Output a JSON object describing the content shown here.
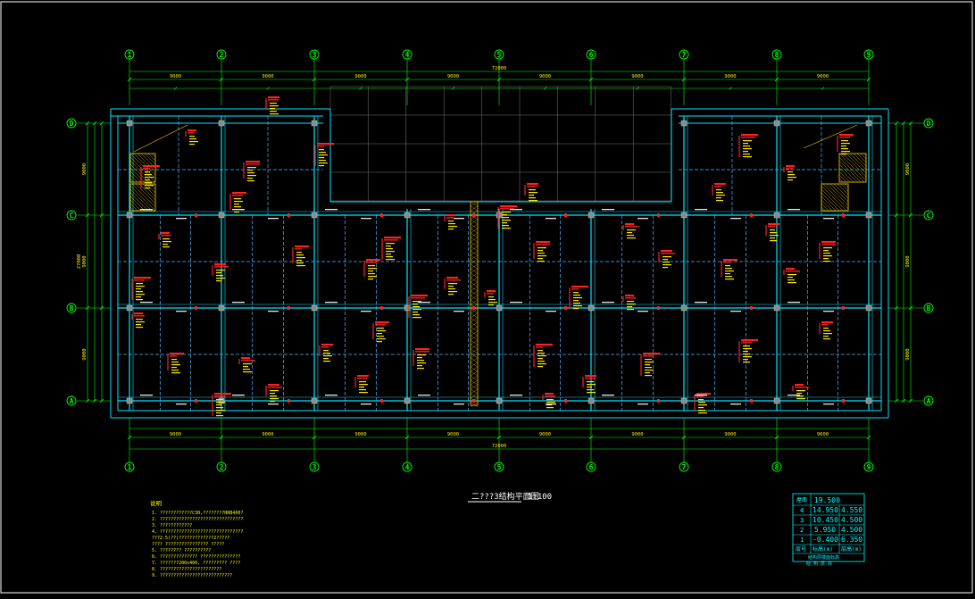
{
  "drawing": {
    "title": "二???3结构平面图",
    "scale": "1:100",
    "colors": {
      "background": "#000000",
      "frame": "#ffffff",
      "axis": "#00ff00",
      "dimension": "#00ff00",
      "beam": "#00e5ff",
      "beam_dash": "#4fb6ff",
      "annotation": "#ffe600",
      "red_label": "#ff2020",
      "hatch": "#ffd200",
      "shaft": "#c8a000",
      "grid_gray": "#777777",
      "table": "#00ffff",
      "notes": "#ffff00"
    }
  },
  "axes": {
    "columns": [
      "1",
      "2",
      "3",
      "4",
      "5",
      "6",
      "7",
      "8",
      "9"
    ],
    "rows": [
      "D",
      "C",
      "B",
      "A"
    ]
  },
  "dimensions": {
    "overall": "72000",
    "top_bays": [
      "9000",
      "9000",
      "9000",
      "9000",
      "9000",
      "9000",
      "9000",
      "9000"
    ],
    "bottom_bays": [
      "9000",
      "9000",
      "9000",
      "9000",
      "9000",
      "9000",
      "9000",
      "9000"
    ],
    "left_bays": [
      "9000",
      "9000",
      "9000"
    ],
    "left_overall": "27000",
    "right_bays": [
      "9000",
      "9000",
      "9000"
    ]
  },
  "notes": {
    "heading": "说明",
    "lines": [
      "1. ????????????C30,????????HRB400?",
      "2. ???????????????????????????????",
      "3. ????????????",
      "4. ???????????????????????????????",
      "   ???2.5(??)?????????????2?????",
      "   ???? ???????????????? ?????",
      "5. ???????? ??????????",
      "6. ?????????????? ???????????????",
      "7. ???????200x400, ????????? ????",
      "8. ???????????????????????",
      "9. ???????????????????????????"
    ]
  },
  "level_table": {
    "header": [
      "屋面",
      "19.500",
      ""
    ],
    "rows": [
      [
        "4",
        "14.950",
        "4.550"
      ],
      [
        "3",
        "10.450",
        "4.500"
      ],
      [
        "2",
        "5.950",
        "4.500"
      ],
      [
        "1",
        "-0.400",
        "6.350"
      ],
      [
        "层号",
        "标高(m)",
        "层高(m)"
      ]
    ],
    "footer": "结构层楼面标高",
    "footer2": "结 构 层 高"
  }
}
